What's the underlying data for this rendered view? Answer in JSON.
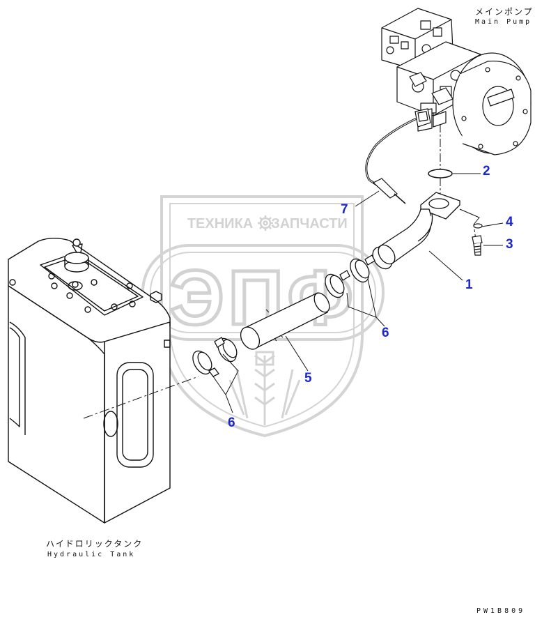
{
  "labels": {
    "main_pump_jp": "メインポンプ",
    "main_pump_en": "Main Pump",
    "hydraulic_tank_jp": "ハイドロリックタンク",
    "hydraulic_tank_en": "Hydraulic Tank",
    "drawing_code": "PW1B809"
  },
  "callouts": {
    "c1": "1",
    "c2": "2",
    "c3": "3",
    "c4": "4",
    "c5": "5",
    "c6a": "6",
    "c6b": "6",
    "c7": "7"
  },
  "watermark": {
    "top_left": "ТЕХНИКА",
    "top_right": "ЗАПЧАСТИ",
    "main": "ЭПФ"
  },
  "colors": {
    "callout": "#1b27c8",
    "line": "#111111",
    "watermark": "#d0d0d0"
  }
}
